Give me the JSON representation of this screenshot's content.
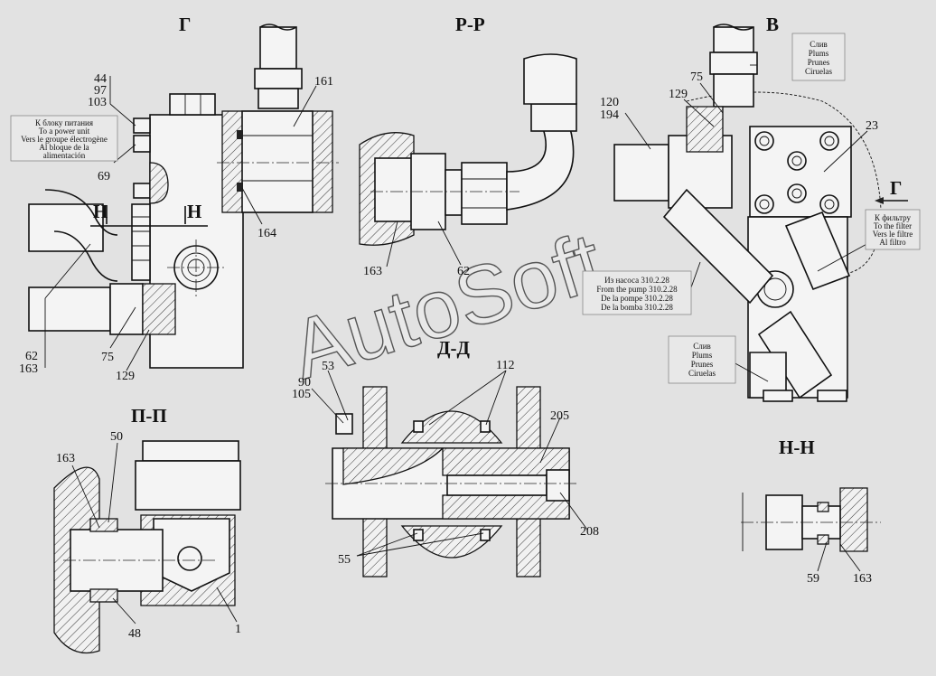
{
  "section_titles": {
    "g": "Г",
    "rr": "Р-Р",
    "v": "В",
    "dd": "Д-Д",
    "pp": "П-П",
    "nn": "Н-Н",
    "n_mark_left": "Н",
    "n_mark_right": "Н",
    "g_mark": "Г"
  },
  "watermark": "AutoSoft",
  "notes": {
    "power_unit": [
      "К блоку питания",
      "To a power unit",
      "Vers le groupe électrogène",
      "Al bloque de la",
      "alimentación"
    ],
    "drain_top": [
      "Слив",
      "Plums",
      "Prunes",
      "Ciruelas"
    ],
    "drain_bottom": [
      "Слив",
      "Plums",
      "Prunes",
      "Ciruelas"
    ],
    "filter": [
      "К фильтру",
      "To the filter",
      "Vers le filtre",
      "Al filtro"
    ],
    "pump": [
      "Из насоса 310.2.28",
      "From the pump 310.2.28",
      "De la pompe 310.2.28",
      "De la bomba 310.2.28"
    ]
  },
  "labels": {
    "g_44": "44",
    "g_97": "97",
    "g_103": "103",
    "g_69": "69",
    "g_161": "161",
    "g_164": "164",
    "g_62": "62",
    "g_163": "163",
    "g_75": "75",
    "g_129": "129",
    "rr_163": "163",
    "rr_62": "62",
    "v_120": "120",
    "v_194": "194",
    "v_129": "129",
    "v_75": "75",
    "v_23": "23",
    "dd_53": "53",
    "dd_90": "90",
    "dd_105": "105",
    "dd_112": "112",
    "dd_205": "205",
    "dd_208": "208",
    "dd_55": "55",
    "pp_163": "163",
    "pp_50": "50",
    "pp_48": "48",
    "pp_1": "1",
    "nn_59": "59",
    "nn_163": "163"
  }
}
